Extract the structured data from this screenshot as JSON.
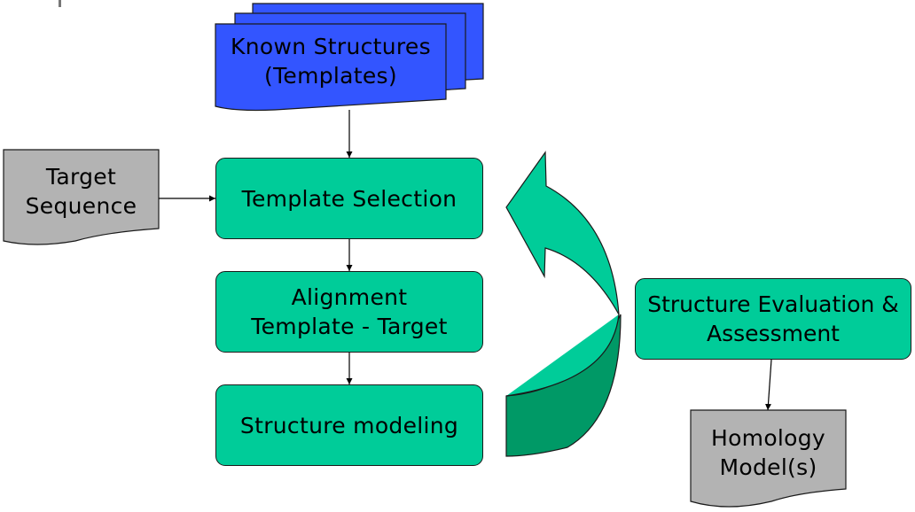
{
  "diagram": {
    "templates_doc": {
      "line1": "Known Structures",
      "line2": "(Templates)",
      "color": "#3355ff"
    },
    "target_doc": {
      "line1": "Target",
      "line2": "Sequence",
      "color": "#b3b3b3"
    },
    "homology_doc": {
      "line1": "Homology",
      "line2": "Model(s)",
      "color": "#b3b3b3"
    },
    "steps": {
      "template_selection": {
        "label": "Template Selection"
      },
      "alignment": {
        "line1": "Alignment",
        "line2": "Template - Target"
      },
      "modeling": {
        "label": "Structure modeling"
      },
      "evaluation": {
        "line1": "Structure Evaluation &",
        "line2": "Assessment"
      }
    },
    "colors": {
      "step_fill": "#00cc99",
      "loop_arrow_front": "#00cc99",
      "loop_arrow_back": "#009966"
    }
  }
}
